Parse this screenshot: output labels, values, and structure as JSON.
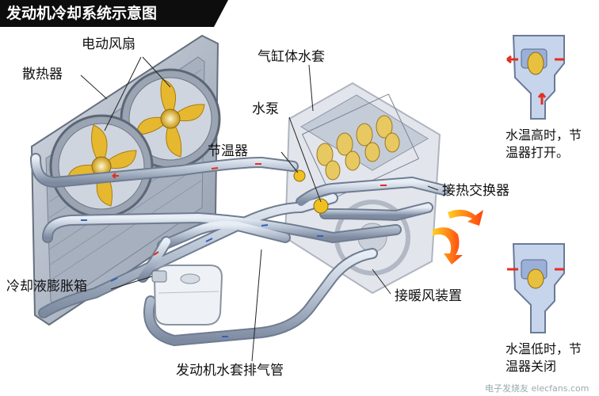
{
  "title": "发动机冷却系统示意图",
  "labels": {
    "radiator": "散热器",
    "fan": "电动风扇",
    "water_jacket": "气缸体水套",
    "pump": "水泵",
    "thermostat": "节温器",
    "heat_exchanger": "接热交换器",
    "heater": "接暖风装置",
    "expansion_tank": "冷却液膨胀箱",
    "vent_pipe": "发动机水套排气管"
  },
  "notes": {
    "hot_line1": "水温高时，节",
    "hot_line2": "温器打开。",
    "cold_line1": "水温低时，节",
    "cold_line2": "温器关闭"
  },
  "watermark": "电子发烧友 elecfans.com",
  "colors": {
    "pipe": "#b8c4d4",
    "fan_blade": "#e6b830",
    "flow_hot": "#e03020",
    "flow_cold": "#3060c0",
    "thermostat": "#f0c020"
  }
}
